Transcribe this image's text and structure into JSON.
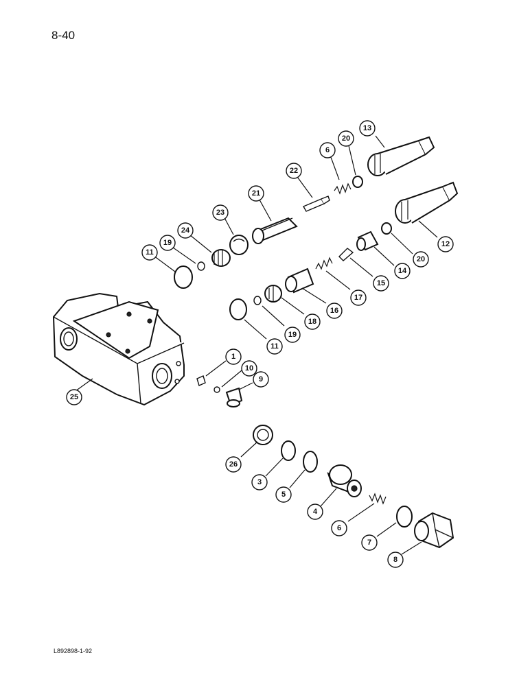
{
  "page": {
    "number": "8-40",
    "footer_code": "L892898-1-92"
  },
  "callouts": {
    "c13": "13",
    "c20a": "20",
    "c6a": "6",
    "c22": "22",
    "c21": "21",
    "c23": "23",
    "c24": "24",
    "c19a": "19",
    "c11a": "11",
    "c12": "12",
    "c20b": "20",
    "c14": "14",
    "c15": "15",
    "c17": "17",
    "c16": "16",
    "c18": "18",
    "c19b": "19",
    "c11b": "11",
    "c1": "1",
    "c10": "10",
    "c9": "9",
    "c25": "25",
    "c26": "26",
    "c3": "3",
    "c5": "5",
    "c4": "4",
    "c6b": "6",
    "c7": "7",
    "c8": "8"
  }
}
